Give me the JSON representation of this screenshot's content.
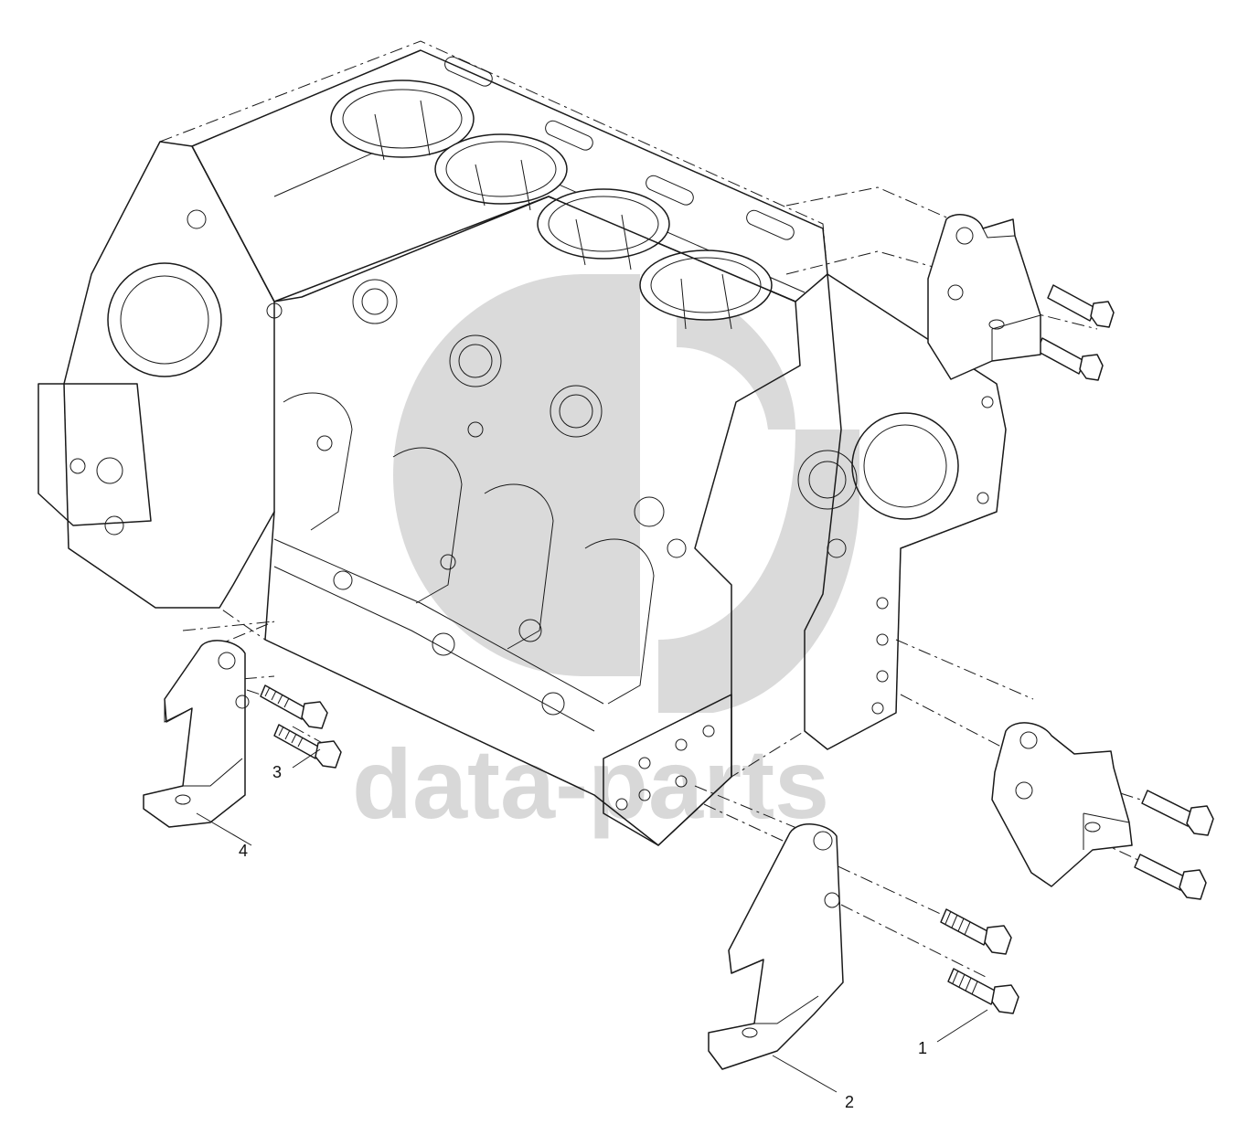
{
  "watermark": {
    "text": "data-parts",
    "color": "#d4d4d4"
  },
  "callouts": [
    {
      "id": "1",
      "label": "1"
    },
    {
      "id": "2",
      "label": "2"
    },
    {
      "id": "3",
      "label": "3"
    },
    {
      "id": "4",
      "label": "4"
    }
  ],
  "colors": {
    "line": "#1a1a1a",
    "background": "#ffffff",
    "watermark": "#d4d4d4"
  }
}
